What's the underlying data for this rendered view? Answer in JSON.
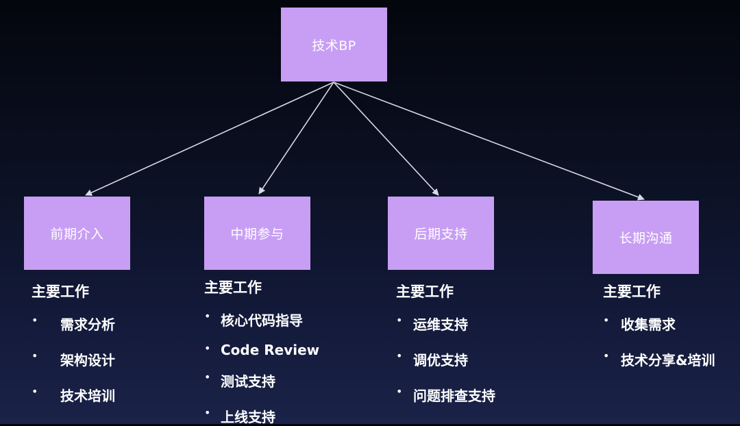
{
  "root": {
    "label": "技术BP"
  },
  "phases": [
    {
      "label": "前期介入",
      "heading": "主要工作",
      "items": [
        "需求分析",
        "架构设计",
        "技术培训"
      ]
    },
    {
      "label": "中期参与",
      "heading": "主要工作",
      "items": [
        "核心代码指导",
        "Code Review",
        "测试支持",
        "上线支持"
      ]
    },
    {
      "label": "后期支持",
      "heading": "主要工作",
      "items": [
        "运维支持",
        "调优支持",
        "问题排查支持"
      ]
    },
    {
      "label": "长期沟通",
      "heading": "主要工作",
      "items": [
        "收集需求",
        "技术分享&培训"
      ]
    }
  ],
  "bullet": "•",
  "colors": {
    "box": "#c89ef5",
    "line": "#d9d9e6",
    "text": "#ffffff"
  }
}
